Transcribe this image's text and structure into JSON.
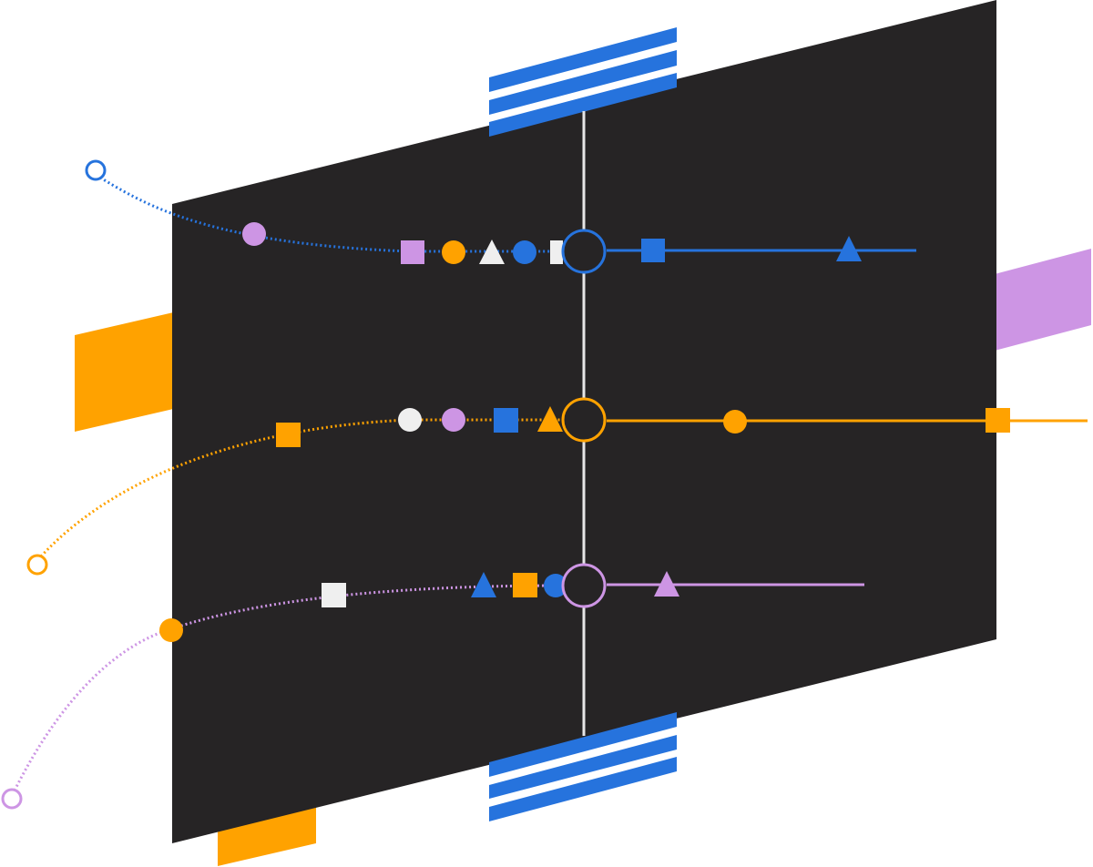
{
  "colors": {
    "panel": "#262425",
    "blue": "#2673dd",
    "orange": "#ffa200",
    "lavender": "#cd95e4",
    "white": "#efefef",
    "axis": "#e6e6e6"
  },
  "tracks": [
    {
      "name": "blue",
      "color": "blue",
      "incoming": [
        "square-lavender",
        "circle-orange",
        "triangle-white",
        "circle-blue",
        "square-white"
      ],
      "outgoing": [
        "square-blue",
        "triangle-blue"
      ],
      "curve_markers": [
        "circle-lavender"
      ]
    },
    {
      "name": "orange",
      "color": "orange",
      "incoming": [
        "circle-white",
        "circle-lavender",
        "square-blue",
        "triangle-orange"
      ],
      "outgoing": [
        "circle-orange",
        "square-orange"
      ],
      "curve_markers": [
        "square-orange"
      ]
    },
    {
      "name": "lavender",
      "color": "lavender",
      "incoming": [
        "square-white",
        "triangle-blue",
        "square-orange",
        "circle-blue"
      ],
      "outgoing": [
        "triangle-lavender"
      ],
      "curve_markers": [
        "circle-orange"
      ]
    }
  ]
}
